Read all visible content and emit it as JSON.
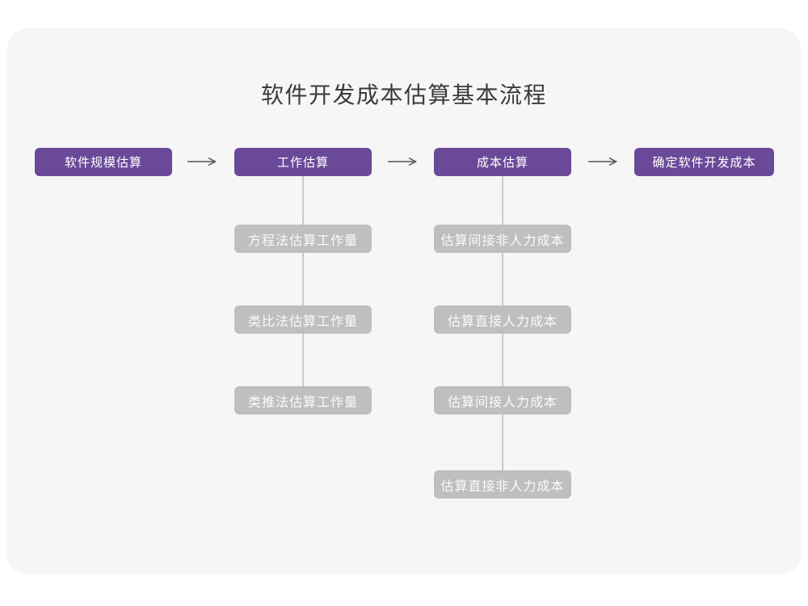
{
  "title": "软件开发成本估算基本流程",
  "colors": {
    "primary_purple": "#6b4999",
    "secondary_gray": "#bfbfbf",
    "card_background": "#f6f6f7",
    "connector_gray": "#c9c9c9",
    "arrow_dark": "#555555"
  },
  "flow": {
    "main_steps": [
      {
        "label": "软件规模估算"
      },
      {
        "label": "工作估算"
      },
      {
        "label": "成本估算"
      },
      {
        "label": "确定软件开发成本"
      }
    ],
    "work_estimation_methods": [
      {
        "label": "方程法估算工作量"
      },
      {
        "label": "类比法估算工作量"
      },
      {
        "label": "类推法估算工作量"
      }
    ],
    "cost_estimation_items": [
      {
        "label": "估算间接非人力成本"
      },
      {
        "label": "估算直接人力成本"
      },
      {
        "label": "估算间接人力成本"
      },
      {
        "label": "估算直接非人力成本"
      }
    ]
  }
}
